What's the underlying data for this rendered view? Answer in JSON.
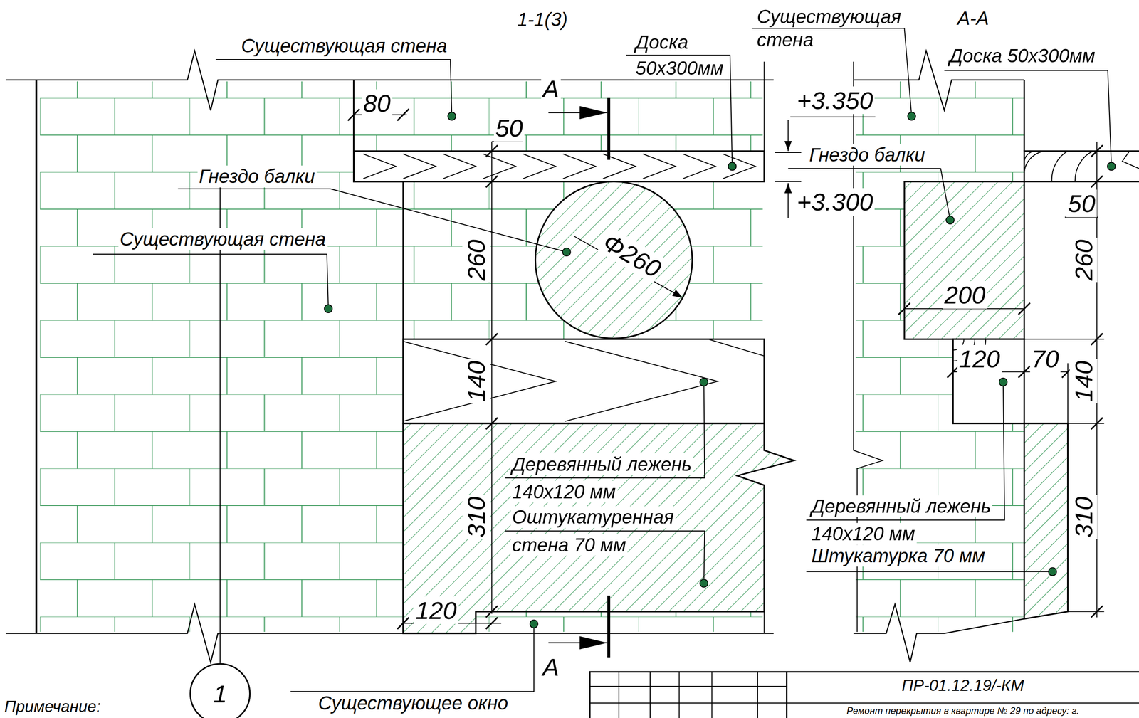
{
  "diagram": {
    "nodes": [
      {
        "text": [
          "1"
        ]
      }
    ],
    "labels": [
      "1-1(3)",
      "А-А",
      "Существующая стена",
      "Доска 50х300мм",
      "Существующая стена",
      "Доска 50х300мм",
      "80",
      "А",
      "50",
      "Гнездо балки",
      "+3.350",
      "Гнездо балки",
      "+3.300",
      "Существующая стена",
      "260",
      "Φ260",
      "50",
      "260",
      "200",
      "140",
      "120",
      "70",
      "140",
      "Деревянный лежень 140х120 мм",
      "310",
      "Оштукатуренная стена 70 мм",
      "Деревянный лежень 140х120 мм",
      "Штукатурка 70 мм",
      "310",
      "120",
      "А",
      "Существующее окно",
      "ПР-01.12.19/-КМ",
      "Ремонт перекрытия в квартире № 29 по адресу: г.",
      "Примечание:"
    ]
  }
}
